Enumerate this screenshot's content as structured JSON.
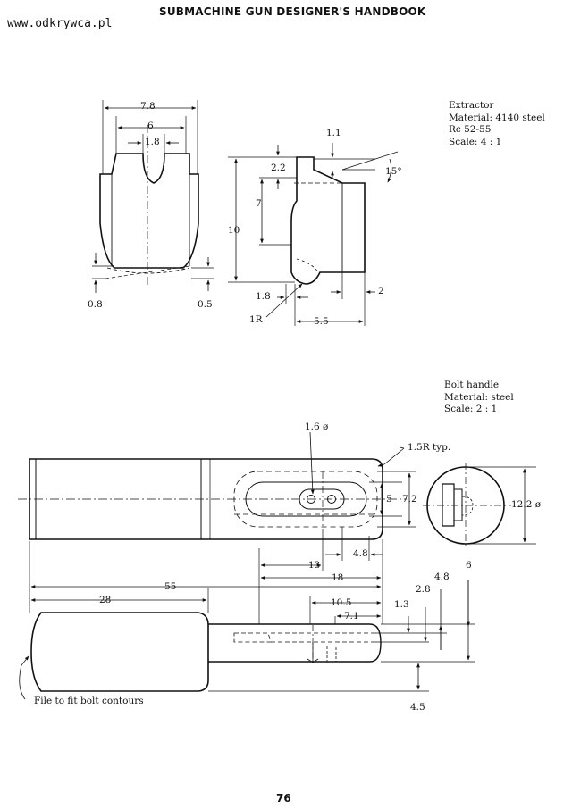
{
  "header": {
    "watermark": "www.odkrywca.pl",
    "book_title": "SUBMACHINE GUN DESIGNER'S HANDBOOK"
  },
  "extractor": {
    "notes": [
      "Extractor",
      "Material: 4140 steel",
      "Rc 52-55",
      "Scale: 4 : 1"
    ],
    "dims": {
      "d7_8": "7.8",
      "d6": "6",
      "d1_8_top": "1.8",
      "d1_1": "1.1",
      "d2_2": "2.2",
      "d15deg": "15°",
      "d7": "7",
      "d10": "10",
      "d0_8": "0.8",
      "d0_5": "0.5",
      "d1_8_bot": "1.8",
      "d2": "2",
      "d1R": "1R",
      "d5_5": "5.5"
    }
  },
  "bolt_handle": {
    "notes": [
      "Bolt handle",
      "Material: steel",
      "Scale: 2 : 1"
    ],
    "dims": {
      "d1_6dia": "1.6 ø",
      "d1_5R": "1.5R typ.",
      "d5": "5",
      "d7_2": "7.2",
      "d12_2dia": "12.2 ø",
      "d4_8_a": "4.8",
      "d13": "13",
      "d18": "18",
      "d55": "55",
      "d28": "28",
      "d10_5": "10.5",
      "d7_1": "7.1",
      "d1_3": "1.3",
      "d2_8": "2.8",
      "d4_8_b": "4.8",
      "d6": "6",
      "d4_5": "4.5"
    },
    "callout": "File to fit bolt contours"
  },
  "footer": {
    "page_number": "76"
  }
}
